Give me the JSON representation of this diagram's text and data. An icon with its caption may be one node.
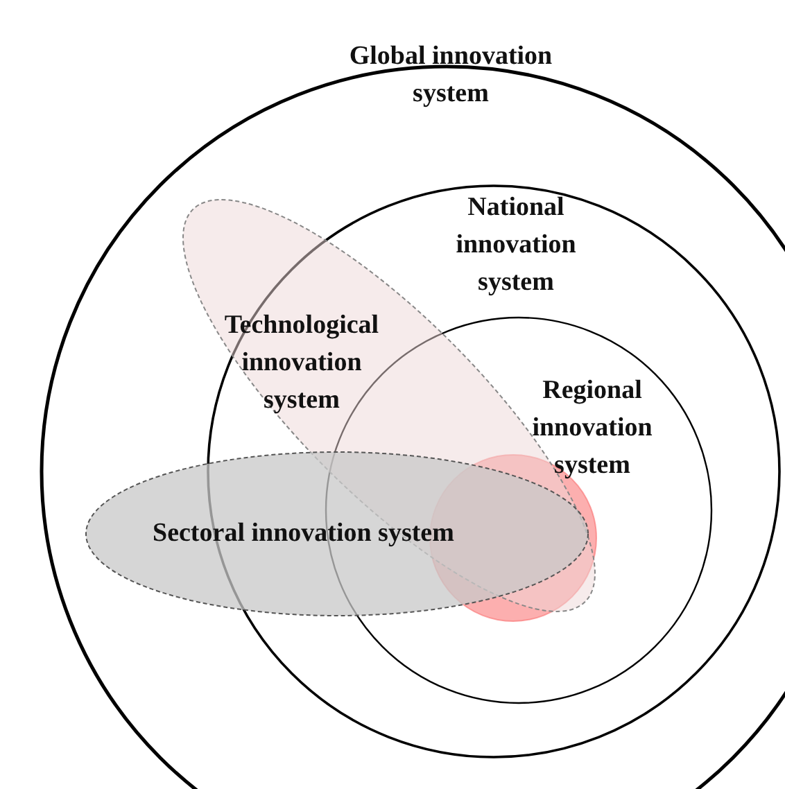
{
  "diagram": {
    "nodes": [
      {
        "text": [
          "Global innovation system"
        ]
      },
      {
        "text": [
          "National innovation system"
        ],
        "in": 0
      },
      {
        "text": [
          "Regional innovation system"
        ],
        "in": 1
      },
      {
        "text": [
          "Technological innovation system"
        ],
        "in": 0
      },
      {
        "text": [
          "Sectoral innovation system"
        ],
        "in": 0
      },
      {
        "text": [],
        "shape": "circle",
        "in": 2
      }
    ]
  }
}
